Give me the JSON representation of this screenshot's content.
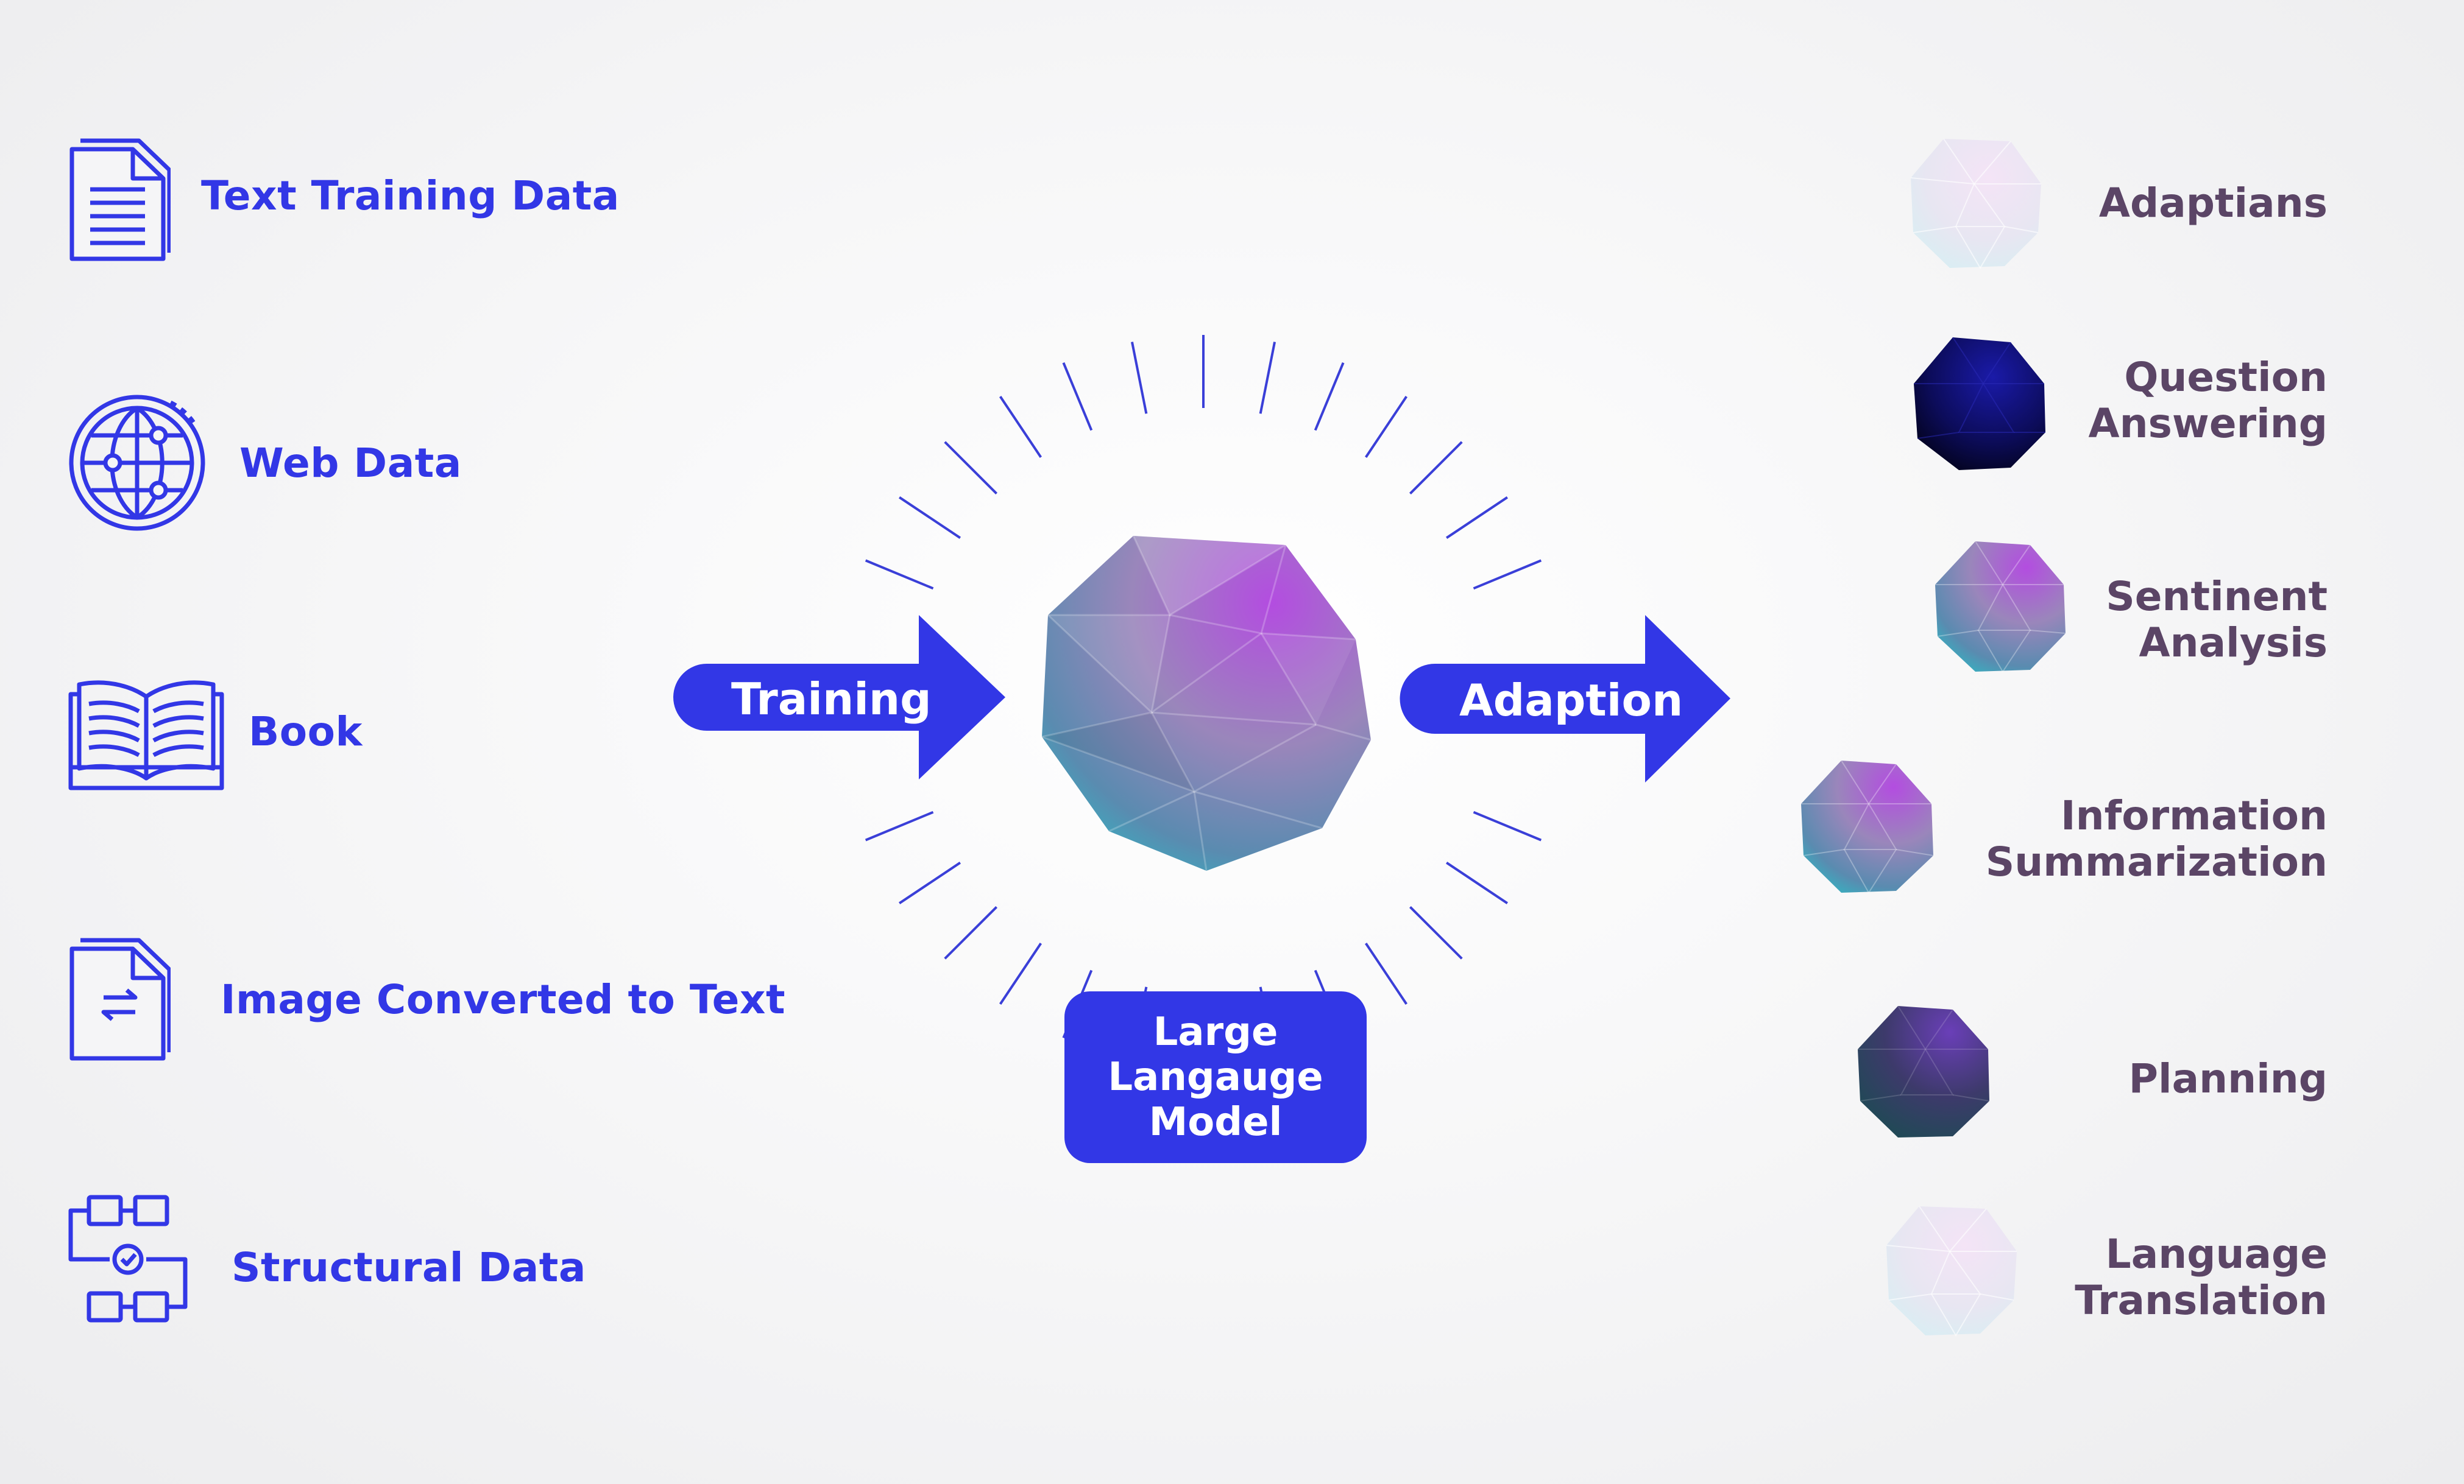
{
  "sources": [
    {
      "label": "Text Training Data",
      "icon": "document-icon"
    },
    {
      "label": "Web Data",
      "icon": "globe-network-icon"
    },
    {
      "label": "Book",
      "icon": "open-book-icon"
    },
    {
      "label": "Image Converted to Text",
      "icon": "file-convert-icon"
    },
    {
      "label": "Structural Data",
      "icon": "flowchart-icon"
    }
  ],
  "flow": {
    "training_label": "Training",
    "adaption_label": "Adaption"
  },
  "model": {
    "lines": [
      "Large",
      "Langauge",
      "Model"
    ]
  },
  "outputs": [
    {
      "lines": [
        "Adaptians"
      ]
    },
    {
      "lines": [
        "Question",
        "Answering"
      ]
    },
    {
      "lines": [
        "Sentinent",
        "Analysis"
      ]
    },
    {
      "lines": [
        "Information",
        "Summarization"
      ]
    },
    {
      "lines": [
        "Planning"
      ]
    },
    {
      "lines": [
        "Language",
        "Translation"
      ]
    }
  ],
  "colors": {
    "accent_blue": "#3237e6",
    "output_text": "#5b4566",
    "background": "#f3f3f4"
  }
}
